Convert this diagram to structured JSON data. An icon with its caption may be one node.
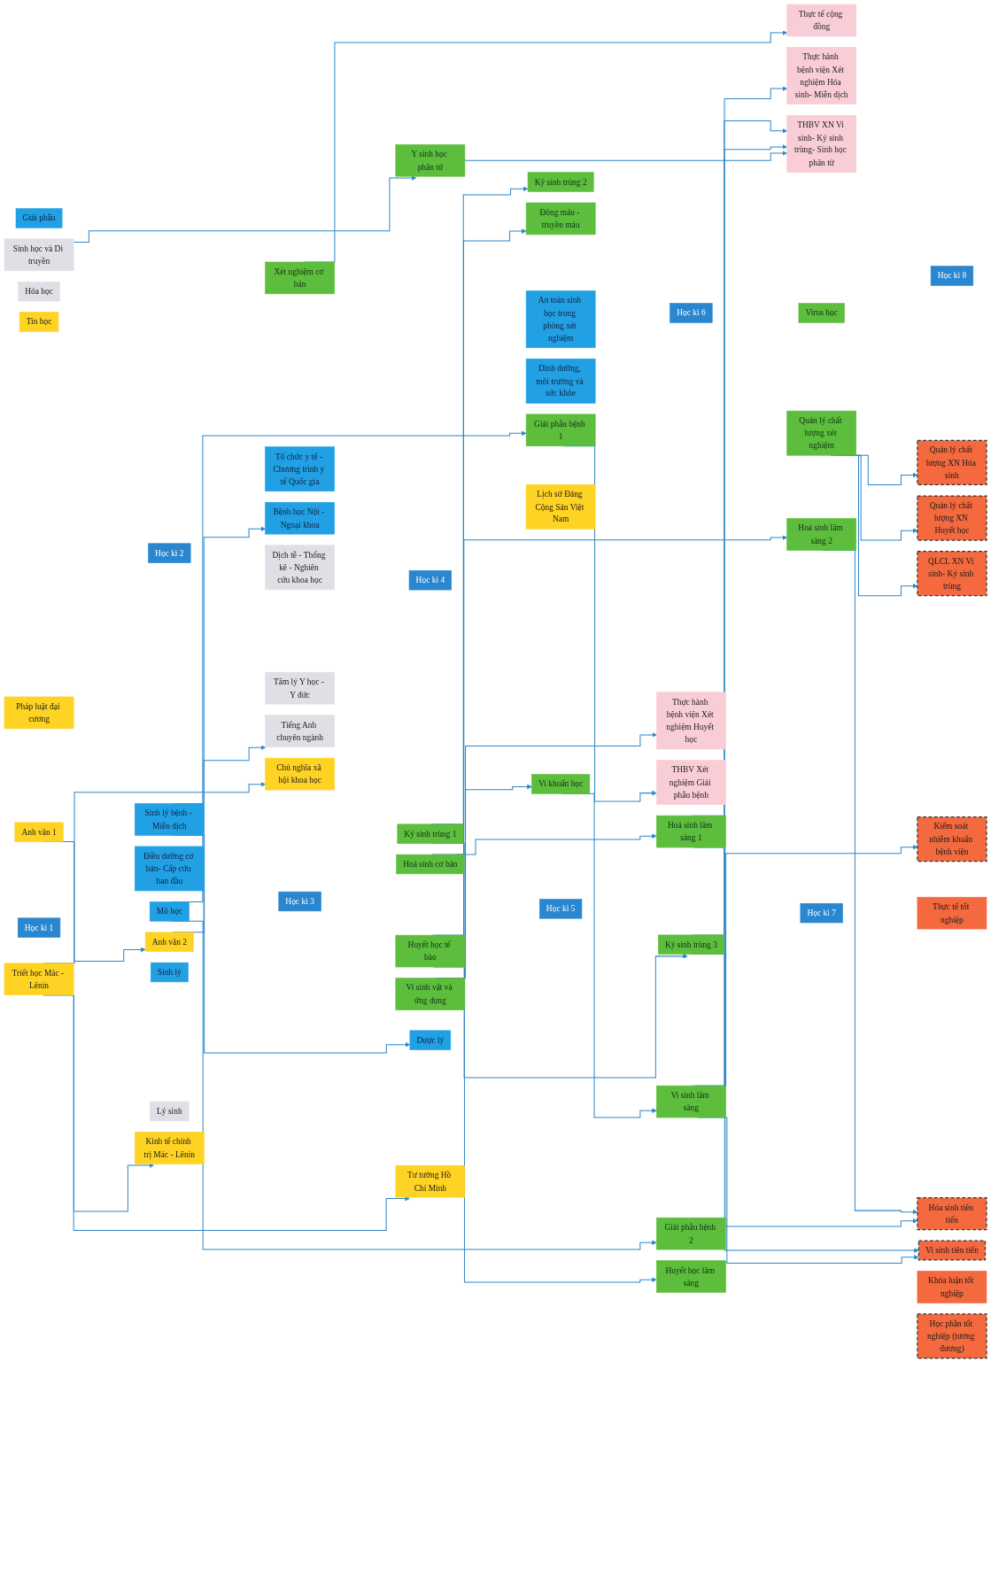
{
  "diagram": {
    "nodes": [
      {
        "text": [
          "Học kì 1"
        ]
      },
      {
        "text": [
          "Triết học Mác - Lênin"
        ]
      },
      {
        "text": [
          "Pháp luật đại cương"
        ]
      },
      {
        "text": [
          "Anh văn 1"
        ]
      },
      {
        "text": [
          "Tin học"
        ]
      },
      {
        "text": [
          "Sinh học và Di truyền"
        ]
      },
      {
        "text": [
          "Hóa học"
        ]
      },
      {
        "text": [
          "Giải phẫu"
        ]
      },
      {
        "text": [
          "Học kì 2"
        ]
      },
      {
        "text": [
          "Kinh tế chính trị Mác - Lênin"
        ]
      },
      {
        "text": [
          "Anh văn 2"
        ]
      },
      {
        "text": [
          "Lý sinh"
        ]
      },
      {
        "text": [
          "Mô học"
        ]
      },
      {
        "text": [
          "Sinh lý"
        ]
      },
      {
        "text": [
          "Điều dưỡng cơ bản- Cấp cứu ban đầu"
        ]
      },
      {
        "text": [
          "Sinh lý bệnh - Miễn dịch"
        ]
      },
      {
        "text": [
          "Học kì 3"
        ]
      },
      {
        "text": [
          "Chủ nghĩa xã hội khoa học"
        ]
      },
      {
        "text": [
          "Tiếng Anh chuyên ngành"
        ]
      },
      {
        "text": [
          "Tâm lý Y học - Y đức"
        ]
      },
      {
        "text": [
          "Dịch tễ - Thống kê - Nghiên cứu khoa học"
        ]
      },
      {
        "text": [
          "Bệnh học Nội - Ngoại khoa"
        ]
      },
      {
        "text": [
          "Tổ chức y tế - Chương trình y tế Quốc gia"
        ]
      },
      {
        "text": [
          "Xét nghiệm cơ bản"
        ]
      },
      {
        "text": [
          "Học kì 4"
        ]
      },
      {
        "text": [
          "Tư tưởng Hồ Chí Minh"
        ]
      },
      {
        "text": [
          "Dược lý"
        ]
      },
      {
        "text": [
          "Huyết học tế bào"
        ]
      },
      {
        "text": [
          "Hoá sinh cơ bản"
        ]
      },
      {
        "text": [
          "Vi sinh vật và ứng dụng"
        ]
      },
      {
        "text": [
          "Ký sinh trùng 1"
        ]
      },
      {
        "text": [
          "Y sinh học phân tử"
        ]
      },
      {
        "text": [
          "Học kì 5"
        ]
      },
      {
        "text": [
          "Lịch sử Đảng Cộng Sản Việt Nam"
        ]
      },
      {
        "text": [
          "Dinh dưỡng, môi trường và sức khỏe"
        ]
      },
      {
        "text": [
          "An toàn sinh học trong phòng xét nghiệm"
        ]
      },
      {
        "text": [
          "Đông máu - truyền máu"
        ]
      },
      {
        "text": [
          "Vi khuẩn học"
        ]
      },
      {
        "text": [
          "Ký sinh trùng 2"
        ]
      },
      {
        "text": [
          "Giải phẫu bệnh 1"
        ]
      },
      {
        "text": [
          "Học kì 6"
        ]
      },
      {
        "text": [
          "Huyết học lâm sàng"
        ]
      },
      {
        "text": [
          "Hoá sinh lâm sàng 1"
        ]
      },
      {
        "text": [
          "Vi sinh lâm sàng"
        ]
      },
      {
        "text": [
          "Ký sinh trùng 3"
        ]
      },
      {
        "text": [
          "Giải phẫu bệnh 2"
        ]
      },
      {
        "text": [
          "THBV Xét nghiệm Giải phẫu bệnh"
        ]
      },
      {
        "text": [
          "Thực hành bệnh viện Xét nghiệm Huyết học"
        ]
      },
      {
        "text": [
          "Học kì 7"
        ]
      },
      {
        "text": [
          "Hoá sinh lâm sàng 2"
        ]
      },
      {
        "text": [
          "Virus học"
        ]
      },
      {
        "text": [
          "Quản lý chất lượng xét nghiệm"
        ]
      },
      {
        "text": [
          "THBV XN Vi sinh- Ký sinh trùng- Sinh học phân tử"
        ]
      },
      {
        "text": [
          "Thực hành bệnh viện Xét nghiệm Hóa sinh- Miễn dịch"
        ]
      },
      {
        "text": [
          "Thực tế cộng đồng"
        ]
      },
      {
        "text": [
          "Học kì 8"
        ]
      },
      {
        "text": [
          "Quản lý chất lượng XN Hóa sinh"
        ]
      },
      {
        "text": [
          "Quản lý chất lượng XN Huyết học"
        ]
      },
      {
        "text": [
          "Kiểm soát nhiễm khuẩn bệnh viện"
        ]
      },
      {
        "text": [
          "QLCL XN Vi sinh- Ký sinh trùng"
        ]
      },
      {
        "text": [
          "Thực tế tốt nghiệp"
        ]
      },
      {
        "text": [
          "Khóa luận tốt nghiệp"
        ]
      },
      {
        "text": [
          "Học phần tốt nghiệp (tương đương)"
        ]
      },
      {
        "text": [
          "Hóa sinh tiên tiến"
        ]
      },
      {
        "text": [
          "Vi sinh tiên tiến"
        ]
      }
    ],
    "edges": [
      {
        "from": 1,
        "to": 9,
        "arrow": "to"
      },
      {
        "from": 1,
        "to": 17,
        "arrow": "to"
      },
      {
        "from": 1,
        "to": 25,
        "arrow": "to"
      },
      {
        "from": 3,
        "to": 10,
        "arrow": "to"
      },
      {
        "from": 10,
        "to": 18,
        "arrow": "to"
      },
      {
        "from": 5,
        "to": 31,
        "arrow": "to"
      },
      {
        "from": 12,
        "to": 39,
        "arrow": "to"
      },
      {
        "from": 12,
        "to": 45,
        "arrow": "to"
      },
      {
        "from": 15,
        "to": 26,
        "arrow": "to"
      },
      {
        "from": 15,
        "to": 21,
        "arrow": "to"
      },
      {
        "from": 23,
        "to": 54,
        "arrow": "to"
      },
      {
        "from": 27,
        "to": 41,
        "arrow": "to"
      },
      {
        "from": 27,
        "to": 36,
        "arrow": "to"
      },
      {
        "from": 27,
        "to": 47,
        "arrow": "to"
      },
      {
        "from": 28,
        "to": 42,
        "arrow": "to"
      },
      {
        "from": 28,
        "to": 49,
        "arrow": "to"
      },
      {
        "from": 29,
        "to": 37,
        "arrow": "to"
      },
      {
        "from": 30,
        "to": 38,
        "arrow": "to"
      },
      {
        "from": 30,
        "to": 44,
        "arrow": "to"
      },
      {
        "from": 31,
        "to": 52,
        "arrow": "to"
      },
      {
        "from": 37,
        "to": 43,
        "arrow": "to"
      },
      {
        "from": 39,
        "to": 46,
        "arrow": "to"
      },
      {
        "from": 42,
        "to": 53,
        "arrow": "to"
      },
      {
        "from": 42,
        "to": 63,
        "arrow": "to"
      },
      {
        "from": 43,
        "to": 58,
        "arrow": "to"
      },
      {
        "from": 43,
        "to": 52,
        "arrow": "to"
      },
      {
        "from": 43,
        "to": 64,
        "arrow": "to"
      },
      {
        "from": 44,
        "to": 52,
        "arrow": "to"
      },
      {
        "from": 44,
        "to": 64,
        "arrow": "to"
      },
      {
        "from": 49,
        "to": 63,
        "arrow": "to"
      },
      {
        "from": 51,
        "to": 56,
        "arrow": "to"
      },
      {
        "from": 51,
        "to": 57,
        "arrow": "to"
      },
      {
        "from": 51,
        "to": 59,
        "arrow": "to"
      }
    ]
  }
}
